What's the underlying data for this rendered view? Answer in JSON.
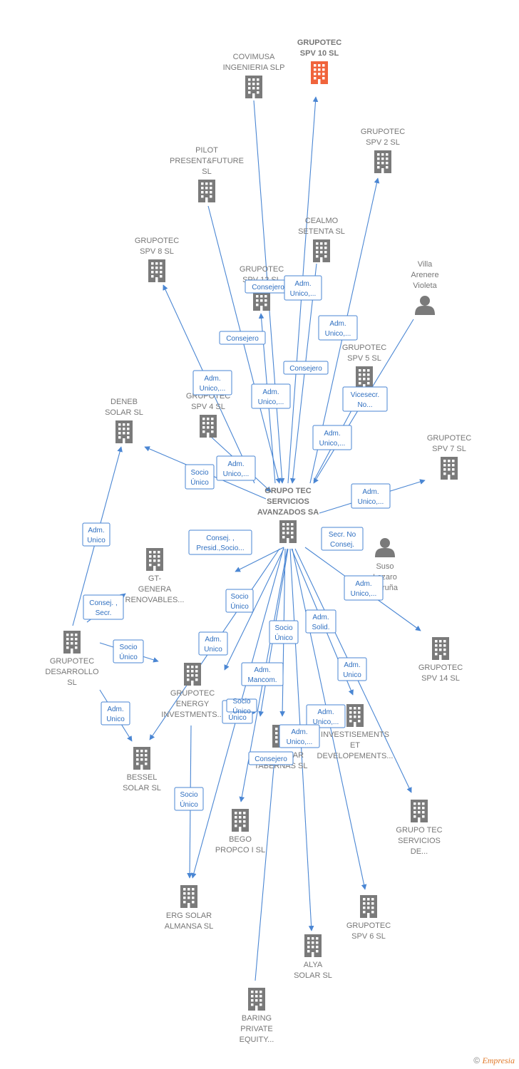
{
  "colors": {
    "edge": "#4a86d3",
    "node": "#7a7a7a",
    "highlight": "#f0643c",
    "label_text": "#2f6fc0"
  },
  "nodes": [
    {
      "id": "spv10",
      "lines": [
        "GRUPOTEC",
        "SPV 10  SL"
      ],
      "type": "company",
      "highlight": true
    },
    {
      "id": "covimusa",
      "lines": [
        "COVIMUSA",
        "INGENIERIA SLP"
      ],
      "type": "company"
    },
    {
      "id": "spv2",
      "lines": [
        "GRUPOTEC",
        "SPV 2  SL"
      ],
      "type": "company"
    },
    {
      "id": "pilot",
      "lines": [
        "PILOT",
        "PRESENT&FUTURE",
        "SL"
      ],
      "type": "company"
    },
    {
      "id": "cealmo",
      "lines": [
        "CEALMO",
        "SETENTA  SL"
      ],
      "type": "company"
    },
    {
      "id": "spv8",
      "lines": [
        "GRUPOTEC",
        "SPV 8  SL"
      ],
      "type": "company"
    },
    {
      "id": "spv12",
      "lines": [
        "GRUPOTEC",
        "SPV 12  SL"
      ],
      "type": "company"
    },
    {
      "id": "villa",
      "lines": [
        "Villa",
        "Arenere",
        "Violeta"
      ],
      "type": "person"
    },
    {
      "id": "spv5",
      "lines": [
        "GRUPOTEC",
        "SPV 5  SL"
      ],
      "type": "company"
    },
    {
      "id": "deneb",
      "lines": [
        "DENEB",
        "SOLAR  SL"
      ],
      "type": "company"
    },
    {
      "id": "spv4",
      "lines": [
        "GRUPOTEC",
        "SPV 4  SL"
      ],
      "type": "company"
    },
    {
      "id": "spv7",
      "lines": [
        "GRUPOTEC",
        "SPV 7  SL"
      ],
      "type": "company"
    },
    {
      "id": "center",
      "lines": [
        "GRUPO TEC",
        "SERVICIOS",
        "AVANZADOS SA"
      ],
      "type": "company",
      "main": true
    },
    {
      "id": "suso",
      "lines": [
        "Suso",
        "Lazaro",
        "Coruña"
      ],
      "type": "person"
    },
    {
      "id": "gtgenera",
      "lines": [
        "GT-",
        "GENERA",
        "RENOVABLES..."
      ],
      "type": "company"
    },
    {
      "id": "desarrollo",
      "lines": [
        "GRUPOTEC",
        "DESARROLLO",
        "SL"
      ],
      "type": "company"
    },
    {
      "id": "spv14",
      "lines": [
        "GRUPOTEC",
        "SPV 14  SL"
      ],
      "type": "company"
    },
    {
      "id": "energy",
      "lines": [
        "GRUPOTEC",
        "ENERGY",
        "INVESTMENTS..."
      ],
      "type": "company"
    },
    {
      "id": "invest",
      "lines": [
        "INVESTISEMENTS",
        "ET",
        "DEVELOPEMENTS..."
      ],
      "type": "company"
    },
    {
      "id": "tabernas",
      "lines": [
        "ERG SOLAR",
        "TABERNAS  SL"
      ],
      "type": "company"
    },
    {
      "id": "bessel",
      "lines": [
        "BESSEL",
        "SOLAR  SL"
      ],
      "type": "company"
    },
    {
      "id": "gtsd",
      "lines": [
        "GRUPO TEC",
        "SERVICIOS",
        "DE..."
      ],
      "type": "company"
    },
    {
      "id": "bego",
      "lines": [
        "BEGO",
        "PROPCO I  SL"
      ],
      "type": "company"
    },
    {
      "id": "almansa",
      "lines": [
        "ERG SOLAR",
        "ALMANSA  SL"
      ],
      "type": "company"
    },
    {
      "id": "spv6",
      "lines": [
        "GRUPOTEC",
        "SPV 6  SL"
      ],
      "type": "company"
    },
    {
      "id": "alya",
      "lines": [
        "ALYA",
        "SOLAR  SL"
      ],
      "type": "company"
    },
    {
      "id": "baring",
      "lines": [
        "BARING",
        "PRIVATE",
        "EQUITY..."
      ],
      "type": "company"
    }
  ],
  "edge_labels": [
    {
      "id": "e-covimusa",
      "lines": [
        "Consejero"
      ]
    },
    {
      "id": "e-spv10",
      "lines": [
        "Adm.",
        "Unico,..."
      ]
    },
    {
      "id": "e-spv2",
      "lines": [
        "Adm.",
        "Unico,..."
      ]
    },
    {
      "id": "e-pilot",
      "lines": [
        "Consejero"
      ]
    },
    {
      "id": "e-cealmo",
      "lines": [
        "Consejero"
      ]
    },
    {
      "id": "e-spv8",
      "lines": [
        "Adm.",
        "Unico,..."
      ]
    },
    {
      "id": "e-spv12",
      "lines": [
        "Adm.",
        "Unico,..."
      ]
    },
    {
      "id": "e-villa",
      "lines": [
        "Vicesecr.",
        "No..."
      ]
    },
    {
      "id": "e-spv5",
      "lines": [
        "Adm.",
        "Unico,..."
      ]
    },
    {
      "id": "e-spv4",
      "lines": [
        "Adm.",
        "Unico,..."
      ]
    },
    {
      "id": "e-deneb",
      "lines": [
        "Socio",
        "Único"
      ]
    },
    {
      "id": "e-spv7",
      "lines": [
        "Adm.",
        "Unico,..."
      ]
    },
    {
      "id": "e-gtgenera",
      "lines": [
        "Consej. ,",
        "Presid.,Socio..."
      ]
    },
    {
      "id": "e-suso",
      "lines": [
        "Secr.  No",
        "Consej."
      ]
    },
    {
      "id": "e-spv14",
      "lines": [
        "Adm.",
        "Unico,..."
      ]
    },
    {
      "id": "e-deneb2",
      "lines": [
        "Adm.",
        "Unico"
      ]
    },
    {
      "id": "e-gtgenera2",
      "lines": [
        "Consej. ,",
        "Secr."
      ]
    },
    {
      "id": "e-energy",
      "lines": [
        "Socio",
        "Único"
      ]
    },
    {
      "id": "e-desenergy",
      "lines": [
        "Adm.",
        "Unico"
      ]
    },
    {
      "id": "e-bessel",
      "lines": [
        "Socio",
        "Único"
      ]
    },
    {
      "id": "e-tabernas",
      "lines": [
        "Socio",
        "Único"
      ]
    },
    {
      "id": "e-invest",
      "lines": [
        "Adm.",
        "Solid."
      ]
    },
    {
      "id": "e-gtsd",
      "lines": [
        "Adm.",
        "Unico"
      ]
    },
    {
      "id": "e-bessel2",
      "lines": [
        "Adm.",
        "Unico"
      ]
    },
    {
      "id": "e-mancom",
      "lines": [
        "Adm.",
        "Mancom."
      ]
    },
    {
      "id": "e-almansa",
      "lines": [
        "Socio",
        "Único"
      ]
    },
    {
      "id": "e-bego",
      "lines": [
        "Socio",
        "Único"
      ]
    },
    {
      "id": "e-spv6",
      "lines": [
        "Adm.",
        "Unico,..."
      ]
    },
    {
      "id": "e-alya",
      "lines": [
        "Adm.",
        "Unico,..."
      ]
    },
    {
      "id": "e-almansa2",
      "lines": [
        "Socio",
        "Único"
      ]
    },
    {
      "id": "e-baring",
      "lines": [
        "Consejero"
      ]
    }
  ],
  "footer": {
    "copyright": "©",
    "brand": "Empresia"
  }
}
